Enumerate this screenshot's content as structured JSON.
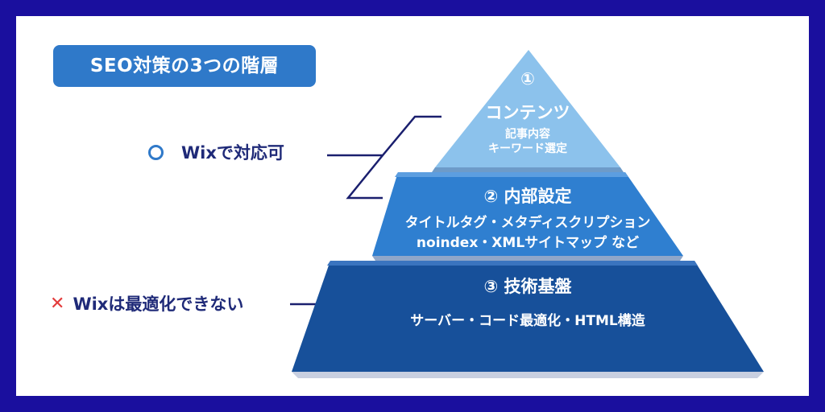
{
  "title": "SEO対策の3つの階層",
  "notes": {
    "ok": {
      "label": "Wixで対応可"
    },
    "ng": {
      "label": "Wixは最適化できない",
      "mark": "✕"
    }
  },
  "tiers": [
    {
      "number": "①",
      "name": "コンテンツ",
      "lines": [
        "記事内容",
        "キーワード選定"
      ],
      "color": "#8cc2ec"
    },
    {
      "heading": "② 内部設定",
      "lines": [
        "タイトルタグ・メタディスクリプション",
        "noindex・XMLサイトマップ など"
      ],
      "color": "#2f7fd0"
    },
    {
      "heading": "③ 技術基盤",
      "lines": [
        "サーバー・コード最適化・HTML構造"
      ],
      "color": "#17509a"
    }
  ],
  "colors": {
    "background": "#1a0f9e",
    "accent": "#2f79c9",
    "text": "#1f2a78",
    "cross": "#e33b3b"
  }
}
